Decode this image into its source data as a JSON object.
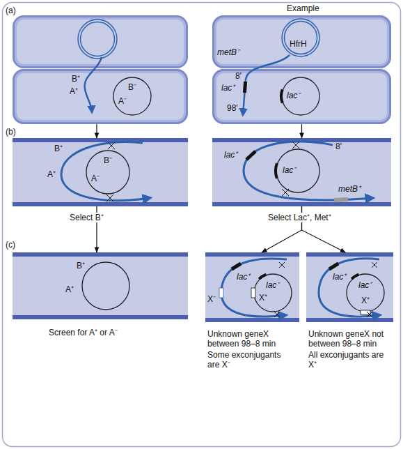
{
  "diagram": {
    "nodes": [
      {
        "text": [
          "B⁺",
          "A⁺"
        ]
      },
      {
        "text": [
          "B⁻",
          "A⁻"
        ],
        "in": 0
      },
      {
        "text": [
          "metB⁻"
        ]
      },
      {
        "text": [
          "HfrH"
        ],
        "in": 2
      },
      {
        "text": [
          "8'",
          "lac⁺",
          "98'"
        ]
      },
      {
        "text": [
          "lac⁻"
        ],
        "in": 4
      },
      {
        "text": [
          "B⁺",
          "A⁺"
        ]
      },
      {
        "text": [
          "B⁻",
          "A⁻"
        ],
        "in": 6
      },
      {
        "text": [
          "lac⁺",
          "8'",
          "metB⁺"
        ]
      },
      {
        "text": [
          "lac⁻"
        ],
        "in": 8
      },
      {
        "text": [
          "B⁺",
          "A⁺"
        ]
      },
      {
        "text": [
          "lac⁺",
          "X⁻"
        ]
      },
      {
        "text": [
          "lac⁻",
          "X⁺"
        ],
        "in": 11
      },
      {
        "text": [
          "lac⁺"
        ]
      },
      {
        "text": [
          "lac⁻",
          "X⁺"
        ],
        "in": 13
      }
    ],
    "edges": [
      {
        "from": 0,
        "to": 6,
        "arrow": "to"
      },
      {
        "from": 4,
        "to": 8,
        "arrow": "to"
      },
      {
        "from": 6,
        "to": 10,
        "arrow": "to"
      },
      {
        "from": 8,
        "to": 11,
        "arrow": "to"
      },
      {
        "from": 8,
        "to": 13,
        "arrow": "to"
      }
    ],
    "labels": [
      "Example",
      "(a)",
      "(b)",
      "(c)",
      "Select B⁺",
      "Select Lac⁺, Met⁺",
      "Screen for A⁺ or A⁻",
      "Unknown geneX between 98–8 min",
      "Some exconjugants are X⁻",
      "Unknown geneX not between 98–8 min",
      "All exconjugants are X⁺"
    ]
  }
}
